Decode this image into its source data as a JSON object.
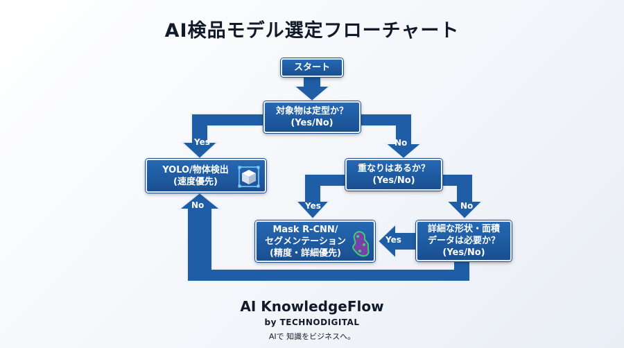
{
  "title": "AI検品モデル選定フローチャート",
  "nodes": {
    "start": {
      "line1": "スタート"
    },
    "q1": {
      "line1": "対象物は定型か？",
      "line2": "(Yes/No)"
    },
    "yolo": {
      "line1": "YOLO/物体検出",
      "line2": "(速度優先)"
    },
    "q2": {
      "line1": "重なりはあるか？",
      "line2": "(Yes/No)"
    },
    "mask": {
      "line1": "Mask R-CNN/",
      "line2": "セグメンテーション",
      "line3": "(精度・詳細優先)"
    },
    "q3": {
      "line1": "詳細な形状・面積",
      "line2": "データは必要か？",
      "line3": "(Yes/No)"
    }
  },
  "edge_labels": {
    "q1_yes": "Yes",
    "q1_no": "No",
    "q2_yes": "Yes",
    "q2_no": "No",
    "q3_yes": "Yes",
    "q3_no": "No"
  },
  "icons": {
    "yolo": "bounding-box-cube-icon",
    "mask": "segmentation-mask-icon"
  },
  "colors": {
    "node_fill": "#1f5ea6",
    "node_border": "#e6eef8",
    "arrow": "#1f5ea6",
    "title_text": "#111a2b"
  },
  "brand": {
    "name": "AI KnowledgeFlow",
    "by": "by TECHNODIGITAL",
    "tagline": "AIで 知識をビジネスへ。"
  }
}
